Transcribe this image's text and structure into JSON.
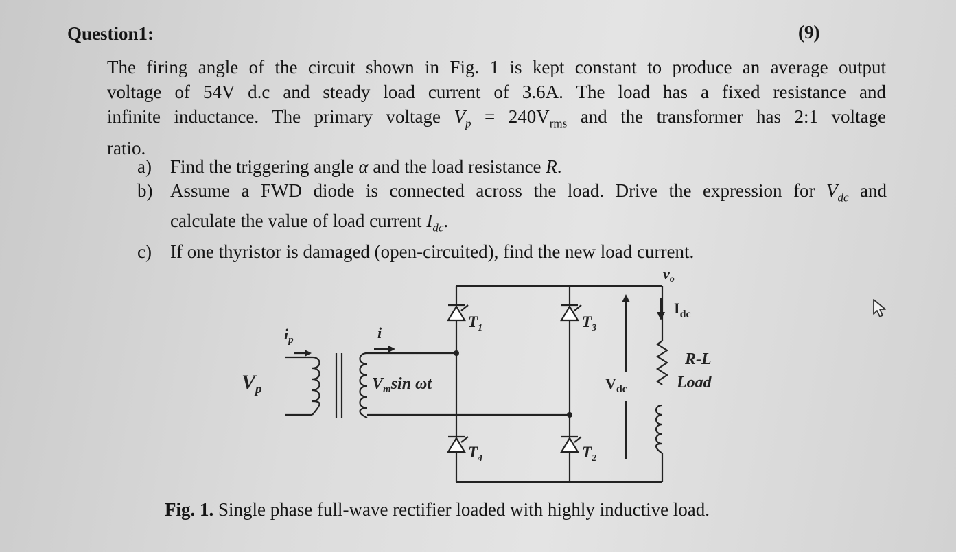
{
  "question": {
    "title": "Question1:",
    "marks": "(9)",
    "paragraph_lines": [
      "The firing angle of the circuit shown in Fig. 1 is kept constant to produce an average output",
      "voltage of 54V d.c and steady load current of 3.6A. The load has a fixed resistance and",
      "infinite inductance. The primary voltage V",
      "ratio."
    ],
    "line3": {
      "pre": "infinite inductance. The primary voltage ",
      "var": "V",
      "var_sub": "p",
      "eq": " = 240V",
      "unit_sub": "rms",
      "post": " and the transformer has 2:1 voltage"
    },
    "parts": [
      {
        "label": "a)",
        "pre": "Find the triggering angle ",
        "var1": "α",
        "mid": " and the load resistance ",
        "var2": "R",
        "post": "."
      },
      {
        "label": "b)",
        "line1_pre": "Assume a FWD diode is connected across the load. Drive the expression for ",
        "line1_var": "V",
        "line1_sub": "dc",
        "line1_post": " and",
        "line2_pre": "calculate the value of load current ",
        "line2_var": "I",
        "line2_sub": "dc",
        "line2_post": "."
      },
      {
        "label": "c)",
        "text": "If one thyristor is damaged (open-circuited), find the new load current."
      }
    ]
  },
  "circuit": {
    "vp": "V",
    "vp_sub": "p",
    "ip": "i",
    "ip_sub": "p",
    "i": "i",
    "source": "V",
    "source_sub": "m",
    "source_post": "sin ωt",
    "t1": "T",
    "t1_sub": "1",
    "t2": "T",
    "t2_sub": "2",
    "t3": "T",
    "t3_sub": "3",
    "t4": "T",
    "t4_sub": "4",
    "vo": "v",
    "vo_sub": "o",
    "idc": "I",
    "idc_sub": "dc",
    "vdc": "V",
    "vdc_sub": "dc",
    "load_line1": "R-L",
    "load_line2": "Load"
  },
  "caption": {
    "label": "Fig. 1.",
    "text": " Single phase full-wave rectifier loaded with highly inductive load."
  },
  "icons": [
    "mouse-cursor-icon",
    "thyristor-icon",
    "resistor-icon",
    "inductor-icon",
    "transformer-coil-icon"
  ]
}
